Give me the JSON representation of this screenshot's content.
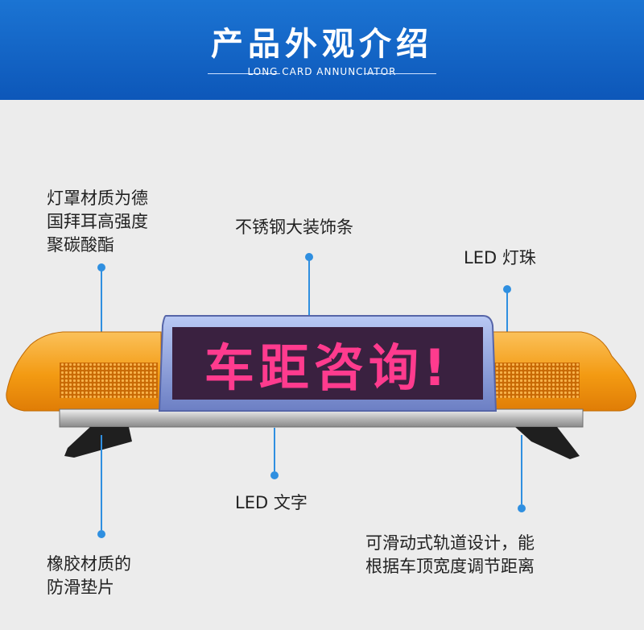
{
  "header": {
    "title": "产品外观介绍",
    "subtitle": "LONG CARD ANNUNCIATOR",
    "background_color": "#0d5ec0"
  },
  "callouts": {
    "lampshade": [
      "灯罩材质为德",
      "国拜耳高强度",
      "聚碳酸酯"
    ],
    "stainless_trim": "不锈钢大装饰条",
    "led_beads": "LED 灯珠",
    "led_text": "LED 文字",
    "rubber_pad": [
      "橡胶材质的",
      "防滑垫片"
    ],
    "sliding_rail": [
      "可滑动式轨道设计，能",
      "根据车顶宽度调节距离"
    ]
  },
  "product": {
    "display_text": "车距咨询!",
    "lens_color": "#f7a21a",
    "led_color": "#ff3b8e"
  }
}
